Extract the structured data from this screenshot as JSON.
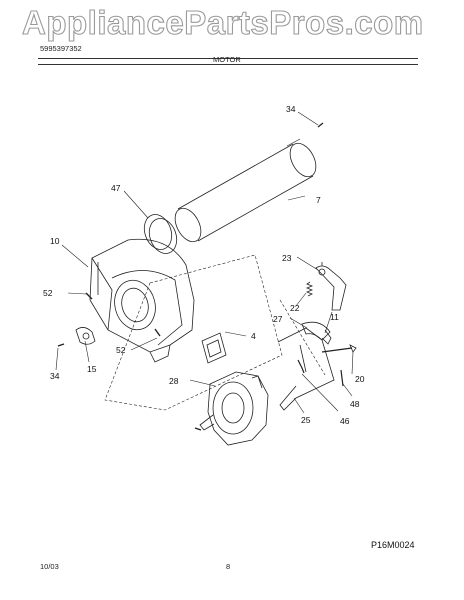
{
  "header": {
    "watermark": "AppliancePartsPros.com",
    "publication": "5995397352",
    "section_title": "MOTOR"
  },
  "callouts": [
    "34",
    "7",
    "47",
    "10",
    "23",
    "52",
    "22",
    "27",
    "4",
    "11",
    "52",
    "34",
    "15",
    "28",
    "20",
    "48",
    "25",
    "46"
  ],
  "figure_code": "P16M0024",
  "footer": {
    "date": "10/03",
    "page": "8"
  }
}
